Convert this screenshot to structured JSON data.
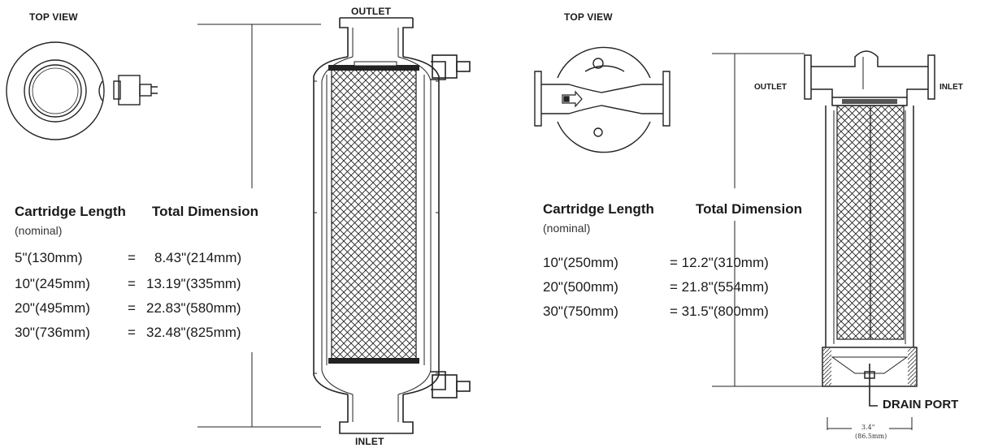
{
  "left": {
    "top_view": "TOP VIEW",
    "outlet": "OUTLET",
    "inlet": "INLET",
    "header_cartridge": "Cartridge Length",
    "header_total": "Total Dimension",
    "nominal": "(nominal)",
    "rows": [
      {
        "cartridge": "5\"(130mm)",
        "eq": "=",
        "total": "8.43\"(214mm)"
      },
      {
        "cartridge": "10\"(245mm)",
        "eq": "=",
        "total": "13.19\"(335mm)"
      },
      {
        "cartridge": "20\"(495mm)",
        "eq": "=",
        "total": "22.83\"(580mm)"
      },
      {
        "cartridge": "30\"(736mm)",
        "eq": "=",
        "total": "32.48\"(825mm)"
      }
    ]
  },
  "right": {
    "top_view": "TOP VIEW",
    "outlet": "OUTLET",
    "inlet": "INLET",
    "header_cartridge": "Cartridge Length",
    "header_total": "Total Dimension",
    "nominal": "(nominal)",
    "rows": [
      {
        "cartridge": "10\"(250mm)",
        "total": "= 12.2\"(310mm)"
      },
      {
        "cartridge": "20\"(500mm)",
        "total": "= 21.8\"(554mm)"
      },
      {
        "cartridge": "30\"(750mm)",
        "total": "= 31.5\"(800mm)"
      }
    ],
    "drain_port": "DRAIN  PORT",
    "width_in": "3.4\"",
    "width_mm": "(86.5mm)"
  }
}
